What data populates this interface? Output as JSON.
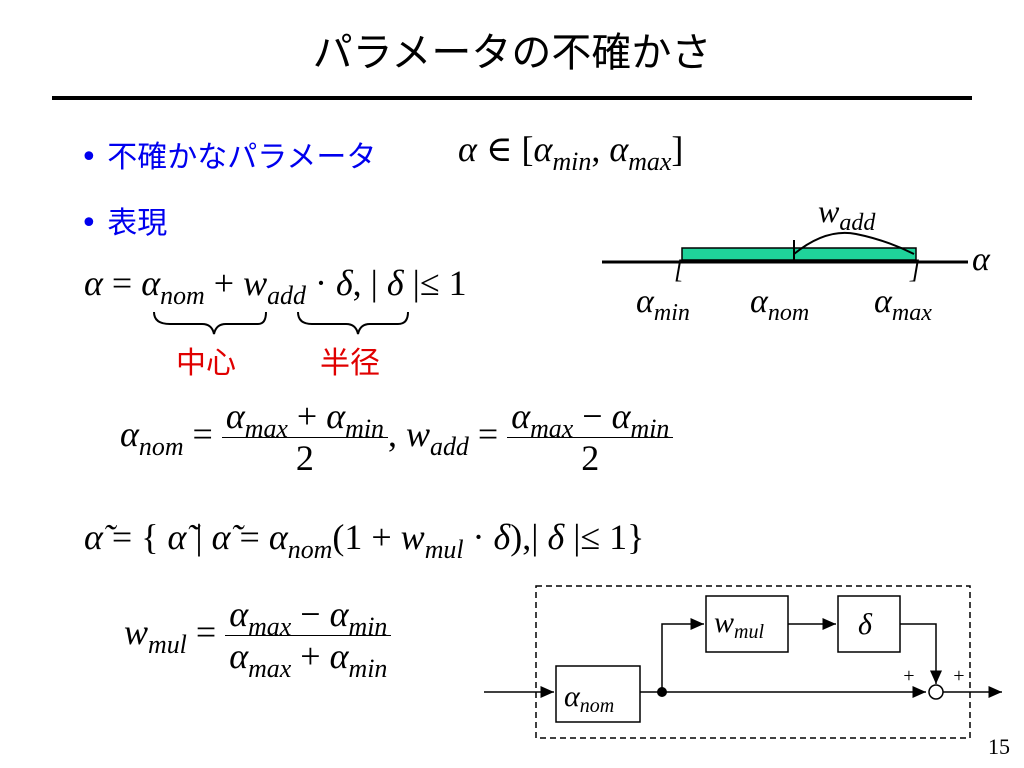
{
  "slide": {
    "title": "パラメータの不確かさ",
    "bullet1": "不確かなパラメータ",
    "bullet2": "表現",
    "label_center": "中心",
    "label_radius": "半径",
    "page_number": "15"
  },
  "math": {
    "alpha": "α",
    "delta": "δ",
    "alpha_tilde": "α̃",
    "w": "w",
    "sub_min": "min",
    "sub_max": "max",
    "sub_nom": "nom",
    "sub_add": "add",
    "sub_mul": "mul",
    "two": "2",
    "one": "1",
    "interval_in": " ∈ [",
    "interval_comma": ", ",
    "interval_close": "]",
    "eq": " = ",
    "plus": " + ",
    "minus": " − ",
    "cdot": " · ",
    "eq1_tail": ",   | ",
    "eq1_bound": " |≤ 1",
    "frac_sep": ",  ",
    "set_open": " = { ",
    "set_bar": " | ",
    "paren_open": "(1 + ",
    "paren_close": "),| ",
    "set_close": " |≤ 1}"
  },
  "interval_diagram": {
    "bar_color": "#1fd39a",
    "labels": [
      "α",
      "min",
      "nom",
      "max",
      "w",
      "add"
    ]
  },
  "block_diagram": {
    "plus_left": "+",
    "plus_right": "+"
  }
}
